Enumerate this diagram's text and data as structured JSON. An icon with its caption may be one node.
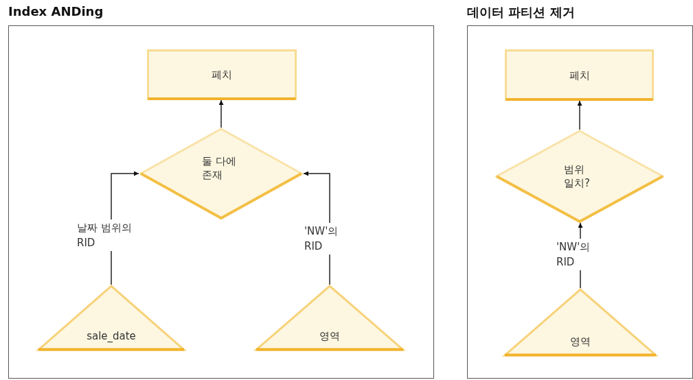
{
  "diagram": {
    "nodes": [
      {
        "text": [
          "Index ANDing"
        ]
      },
      {
        "text": [
          "페치"
        ],
        "in": 0
      },
      {
        "text": [
          "둘 다에 존재"
        ],
        "in": 0
      },
      {
        "text": [
          "sale_date"
        ],
        "in": 0
      },
      {
        "text": [
          "영역"
        ],
        "in": 0
      },
      {
        "text": [
          "데이터 파티션 제거"
        ]
      },
      {
        "text": [
          "페치"
        ],
        "in": 5
      },
      {
        "text": [
          "범위 일치?"
        ],
        "in": 5
      },
      {
        "text": [
          "영역"
        ],
        "in": 5
      }
    ],
    "edges": [
      {
        "from": 2,
        "to": 1,
        "arrow": "to"
      },
      {
        "from": 3,
        "to": 2,
        "arrow": "to",
        "label": "날짜 범위의 RID"
      },
      {
        "from": 4,
        "to": 2,
        "arrow": "to",
        "label": "'NW'의 RID"
      },
      {
        "from": 7,
        "to": 6,
        "arrow": "to"
      },
      {
        "from": 8,
        "to": 7,
        "arrow": "to",
        "label": "'NW'의 RID"
      }
    ]
  }
}
